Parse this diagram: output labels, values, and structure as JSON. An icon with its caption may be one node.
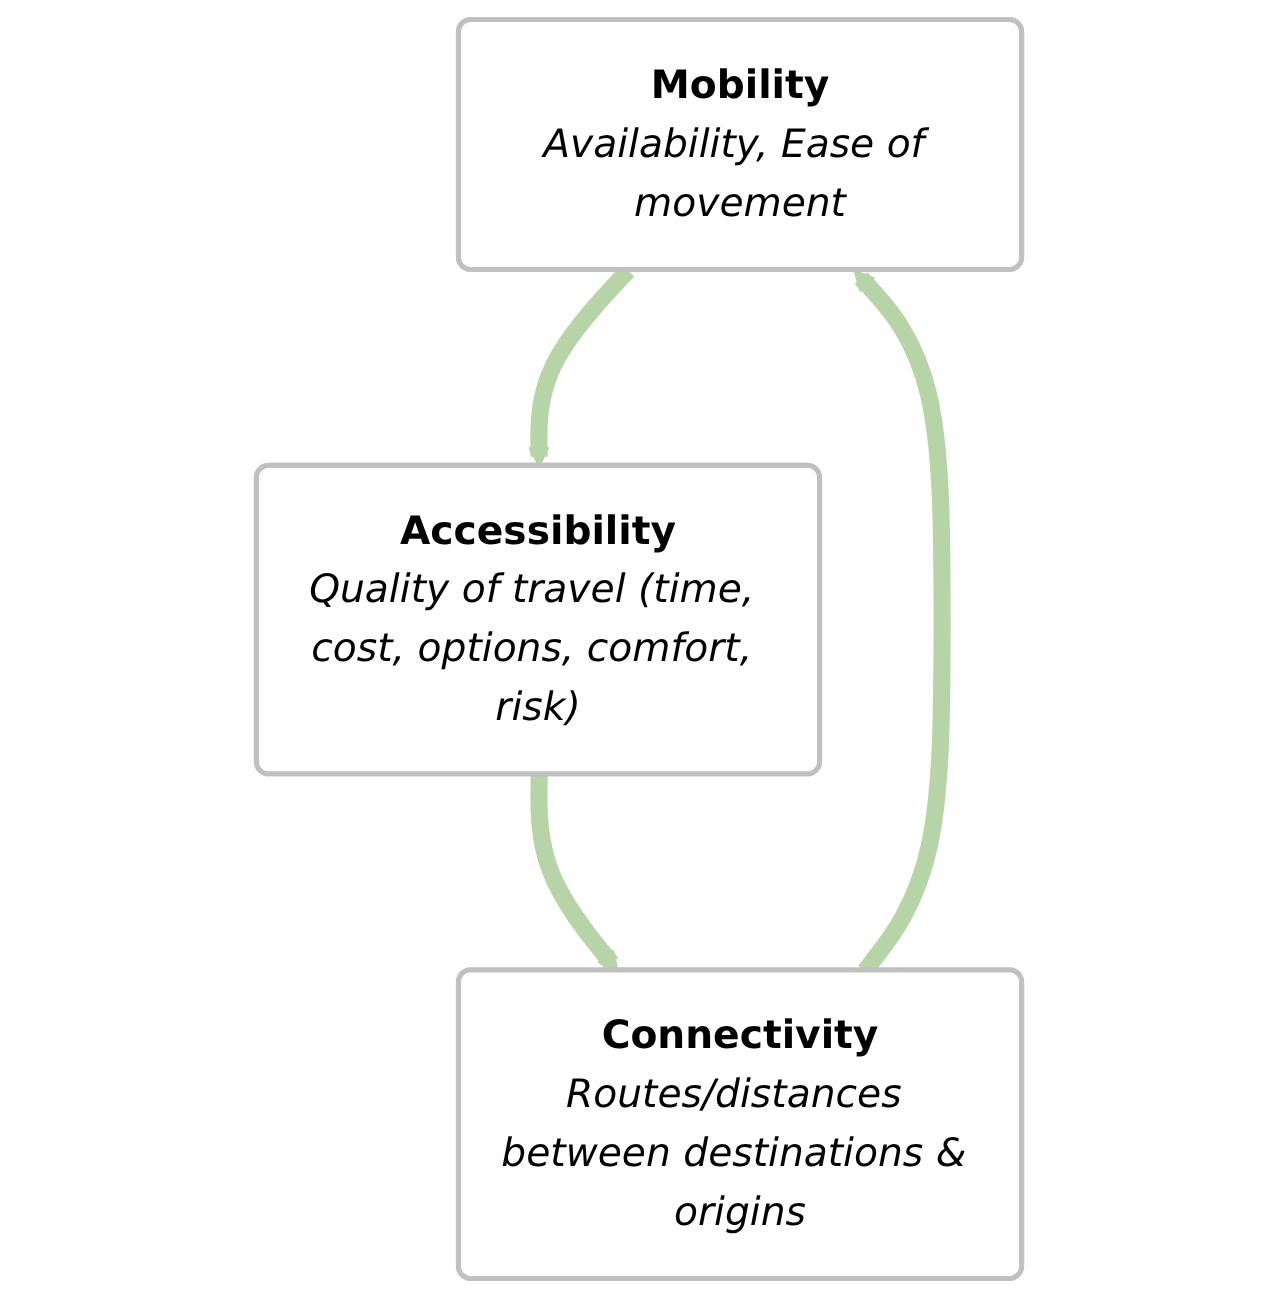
{
  "diagram": {
    "nodes": [
      {
        "text": [
          "Mobility",
          "Availability, Ease of movement"
        ]
      },
      {
        "text": [
          "Accessibility",
          "Quality of travel (time, cost, options, comfort, risk)"
        ]
      },
      {
        "text": [
          "Connectivity",
          "Routes/distances between destinations & origins"
        ]
      }
    ],
    "edges": [
      {
        "from": 0,
        "to": 1,
        "arrow": "to"
      },
      {
        "from": 1,
        "to": 2,
        "arrow": "to"
      },
      {
        "from": 2,
        "to": 0,
        "arrow": "to"
      }
    ]
  }
}
